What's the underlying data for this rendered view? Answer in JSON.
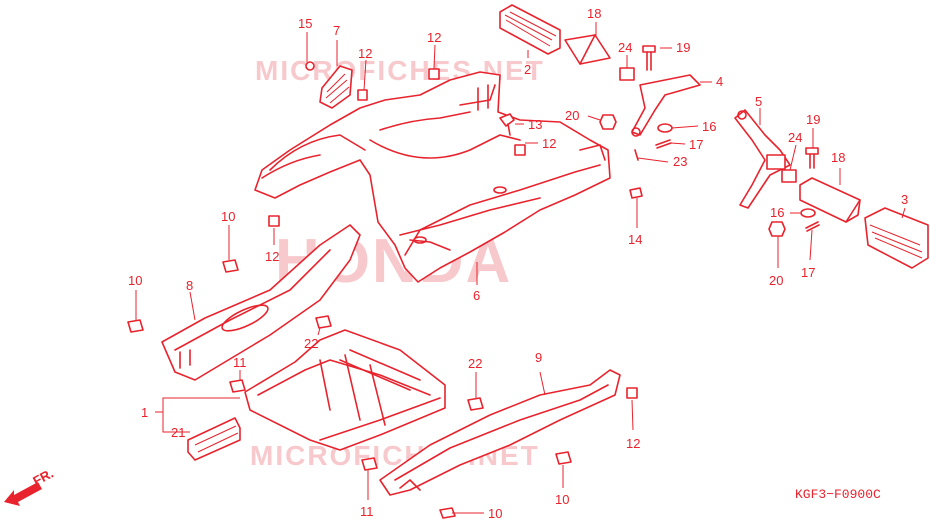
{
  "diagram": {
    "code": "KGF3−F0900C",
    "arrow_label": "FR.",
    "watermarks": [
      "MICROFICHES.NET",
      "HONDA",
      "MICROFICHES.NET"
    ],
    "callouts": [
      {
        "id": "c15",
        "label": "15"
      },
      {
        "id": "c7",
        "label": "7"
      },
      {
        "id": "c12a",
        "label": "12"
      },
      {
        "id": "c12b",
        "label": "12"
      },
      {
        "id": "c2",
        "label": "2"
      },
      {
        "id": "c18a",
        "label": "18"
      },
      {
        "id": "c24a",
        "label": "24"
      },
      {
        "id": "c19a",
        "label": "19"
      },
      {
        "id": "c4",
        "label": "4"
      },
      {
        "id": "c13",
        "label": "13"
      },
      {
        "id": "c12c",
        "label": "12"
      },
      {
        "id": "c20a",
        "label": "20"
      },
      {
        "id": "c16a",
        "label": "16"
      },
      {
        "id": "c17a",
        "label": "17"
      },
      {
        "id": "c23",
        "label": "23"
      },
      {
        "id": "c14",
        "label": "14"
      },
      {
        "id": "c5",
        "label": "5"
      },
      {
        "id": "c19b",
        "label": "19"
      },
      {
        "id": "c24b",
        "label": "24"
      },
      {
        "id": "c18b",
        "label": "18"
      },
      {
        "id": "c3",
        "label": "3"
      },
      {
        "id": "c16b",
        "label": "16"
      },
      {
        "id": "c20b",
        "label": "20"
      },
      {
        "id": "c17b",
        "label": "17"
      },
      {
        "id": "c10a",
        "label": "10"
      },
      {
        "id": "c12d",
        "label": "12"
      },
      {
        "id": "c6",
        "label": "6"
      },
      {
        "id": "c10b",
        "label": "10"
      },
      {
        "id": "c8",
        "label": "8"
      },
      {
        "id": "c22a",
        "label": "22"
      },
      {
        "id": "c11a",
        "label": "11"
      },
      {
        "id": "c1",
        "label": "1"
      },
      {
        "id": "c21",
        "label": "21"
      },
      {
        "id": "c22b",
        "label": "22"
      },
      {
        "id": "c9",
        "label": "9"
      },
      {
        "id": "c12e",
        "label": "12"
      },
      {
        "id": "c10c",
        "label": "10"
      },
      {
        "id": "c11b",
        "label": "11"
      },
      {
        "id": "c10d",
        "label": "10"
      }
    ]
  }
}
